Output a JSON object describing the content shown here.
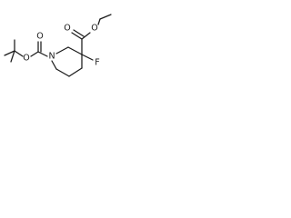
{
  "molecule": {
    "atom_labels": {
      "boc_ester_oxygen": "O",
      "boc_carbonyl_oxygen": "O",
      "ring_nitrogen": "N",
      "ethyl_ester_oxygen": "O",
      "ethyl_carbonyl_oxygen": "O",
      "fluorine": "F"
    }
  }
}
